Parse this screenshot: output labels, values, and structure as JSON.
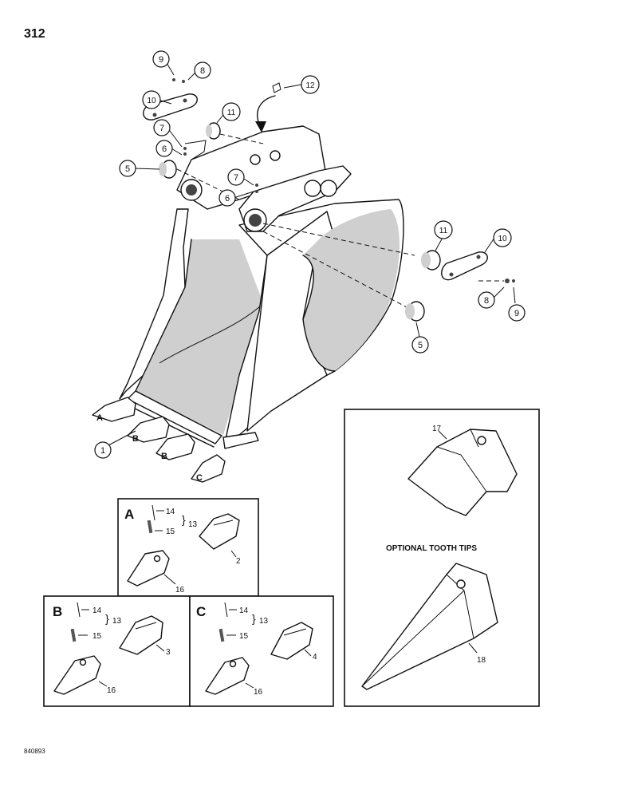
{
  "page": {
    "number": "312",
    "code": "840893"
  },
  "optional": {
    "title": "OPTIONAL TOOTH TIPS"
  },
  "callouts": [
    {
      "id": "c1",
      "label": "1"
    },
    {
      "id": "c5a",
      "label": "5"
    },
    {
      "id": "c5b",
      "label": "5"
    },
    {
      "id": "c6a",
      "label": "6"
    },
    {
      "id": "c6b",
      "label": "6"
    },
    {
      "id": "c7a",
      "label": "7"
    },
    {
      "id": "c7b",
      "label": "7"
    },
    {
      "id": "c8a",
      "label": "8"
    },
    {
      "id": "c8b",
      "label": "8"
    },
    {
      "id": "c9a",
      "label": "9"
    },
    {
      "id": "c9b",
      "label": "9"
    },
    {
      "id": "c10a",
      "label": "10"
    },
    {
      "id": "c10b",
      "label": "10"
    },
    {
      "id": "c11a",
      "label": "11"
    },
    {
      "id": "c11b",
      "label": "11"
    },
    {
      "id": "c12",
      "label": "12"
    }
  ],
  "tooth_letters": [
    "A",
    "B",
    "B",
    "C"
  ],
  "detail_a": {
    "letter": "A",
    "part14": "14",
    "part15": "15",
    "group": "13",
    "adapter": "2",
    "tip": "16"
  },
  "detail_b": {
    "letter": "B",
    "part14": "14",
    "part15": "15",
    "group": "13",
    "adapter": "3",
    "tip": "16"
  },
  "detail_c": {
    "letter": "C",
    "part14": "14",
    "part15": "15",
    "group": "13",
    "adapter": "4",
    "tip": "16"
  },
  "tips": {
    "tip17": "17",
    "tip18": "18"
  },
  "icons": [
    "bucket-illustration",
    "curved-arrow-icon",
    "tooth-tip-icon",
    "adapter-icon",
    "pin-icon",
    "retainer-icon"
  ]
}
